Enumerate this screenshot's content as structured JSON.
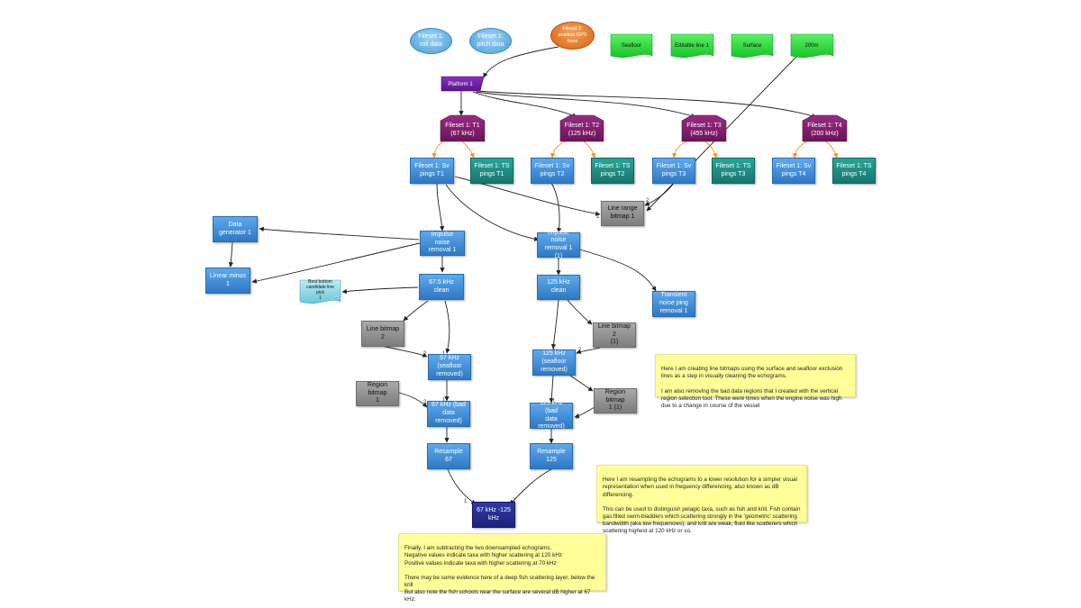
{
  "filesets": {
    "roll": "Fileset 1:\nroll data",
    "pitch": "Fileset 1:\npitch data",
    "gps": "Fileset 2:\nposition GPS\nfixes"
  },
  "lines": {
    "seafloor": "Seafloor",
    "editable": "Editable line 1",
    "surface": "Surface",
    "m200": "200m"
  },
  "platform": "Platform 1",
  "transducers": {
    "t1": "Fileset 1: T1\n(67 kHz)",
    "t2": "Fileset 1: T2\n(125 kHz)",
    "t3": "Fileset 1: T3\n(455 kHz)",
    "t4": "Fileset 1: T4\n(200 kHz)"
  },
  "pings": {
    "sv1": "Fileset 1: Sv\npings T1",
    "ts1": "Fileset 1: TS\npings T1",
    "sv2": "Fileset 1: Sv\npings T2",
    "ts2": "Fileset 1: TS\npings T2",
    "sv3": "Fileset 1: Sv\npings T3",
    "ts3": "Fileset 1: TS\npings T3",
    "sv4": "Fileset 1: Sv\npings T4",
    "ts4": "Fileset 1: TS\npings T4"
  },
  "ops": {
    "line_range": "Line range\nbitmap 1",
    "data_gen": "Data\ngenerator 1",
    "linear_minus": "Linear minus 1",
    "impulse1": "Impulse noise\nremoval 1",
    "impulse2": "Impulse noise\nremoval 1 (1)",
    "best_bottom": "Best bottom\ncandidate line pick\n1",
    "clean67": "67.5 kHz clean",
    "clean125": "125 kHz clean",
    "transient": "Transient\nnoise ping\nremoval 1",
    "line_bitmap2": "Line bitmap 2",
    "line_bitmap2b": "Line bitmap 2\n(1)",
    "sf67": "67 kHz\n(seafloor\nremoved)",
    "sf125": "125 kHz\n(seafloor\nremoved)",
    "region1": "Region bitmap\n1",
    "region1b": "Region bitmap\n1 (1)",
    "bad67": "67 kHz (bad\ndata removed)",
    "bad125": "125 kHz (bad\ndata removed)",
    "res67": "Resample 67",
    "res125": "Resample 125",
    "diff": "67 kHz -125\nkHz"
  },
  "notes": {
    "n1": "Here I am creating line bitmaps using the surface and seafloor exclusion lines as a step in visually cleaning the echograms.\n\nI am also removing the bad data regions that I created with the  vertical region selection tool. These were times when the engine noise was high due to a change in course of the vessel",
    "n2": "Here I am resampling the echograms to a lower resolution for a simpler visual representation when used in frequency differencing, also known as dB differencing.\n\nThis can be used to distinguish pelagic taxa, such as fish and krill. Fish contain gas filled swim-bladders which scattering strongly in the 'geometric' scattering bandwidth (aka low frequencies), and krill are weak, fluid like scatterers which scattering highest at 120 kHz or so.",
    "n3": "Finally, I am subtracting the two downsampled echograms.\nNegative values indicate taxa with higher scattering at 120 kHz\nPositive values indicate taxa with higher scattering at 70 kHz\n\nThere may be some evidence here of a deep fish scattering layer, below the krill\nBut also note the fish schools near the surface are several dB higher at 67 kHz."
  },
  "port_labels": {
    "one": "1",
    "two": "2"
  },
  "colors": {
    "blue": "#3b8ad6",
    "teal": "#1f8b83",
    "gray": "#8c8c8c",
    "purple": "#7a1d66",
    "green": "#22cc33",
    "note": "#ffff99",
    "navy": "#232b8f",
    "orange": "#ff8c1a"
  }
}
